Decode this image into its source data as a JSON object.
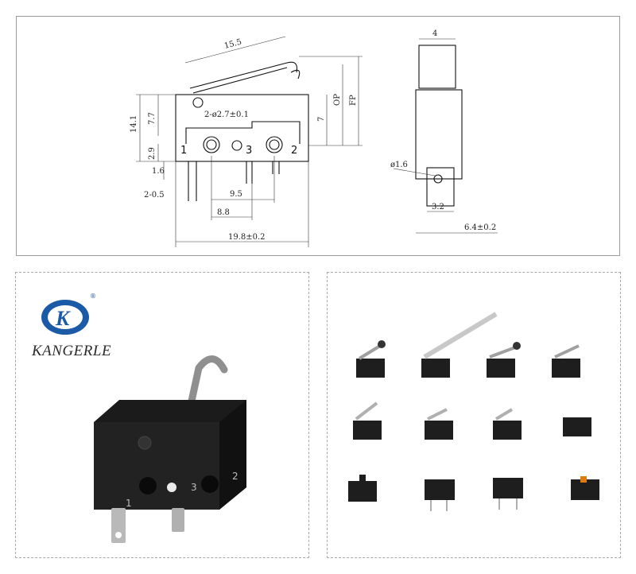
{
  "drawing": {
    "front": {
      "lever_length": "15.5",
      "height_total": "14.1",
      "height_body": "7.7",
      "pin_height": "2.9",
      "terminal_width": "1.6",
      "terminal_thickness": "2-0.5",
      "hole_spec": "2-ø2.7±0.1",
      "pin_spacing_outer": "9.5",
      "pin_spacing_inner": "8.8",
      "body_width": "19.8±0.2",
      "right_height": "7",
      "op_label": "OP",
      "fp_label": "FP",
      "pins": [
        "1",
        "3",
        "2"
      ]
    },
    "side": {
      "top_width": "4",
      "hole_diameter": "ø1.6",
      "lower_width": "3.2",
      "body_thickness": "6.4±0.2"
    }
  },
  "product": {
    "brand": "KANGERLE",
    "logo_glyph": "K",
    "registered_mark": "®",
    "body_pins": [
      "1",
      "3",
      "2"
    ]
  },
  "variants": {
    "count": 12,
    "types": [
      "roller-short",
      "long-lever",
      "roller-lever",
      "hook-lever",
      "hinge-lever",
      "short-lever",
      "simulated-roller",
      "plain",
      "pin-plunger",
      "pcb-plunger",
      "pcb-straight",
      "orange-plunger"
    ]
  }
}
